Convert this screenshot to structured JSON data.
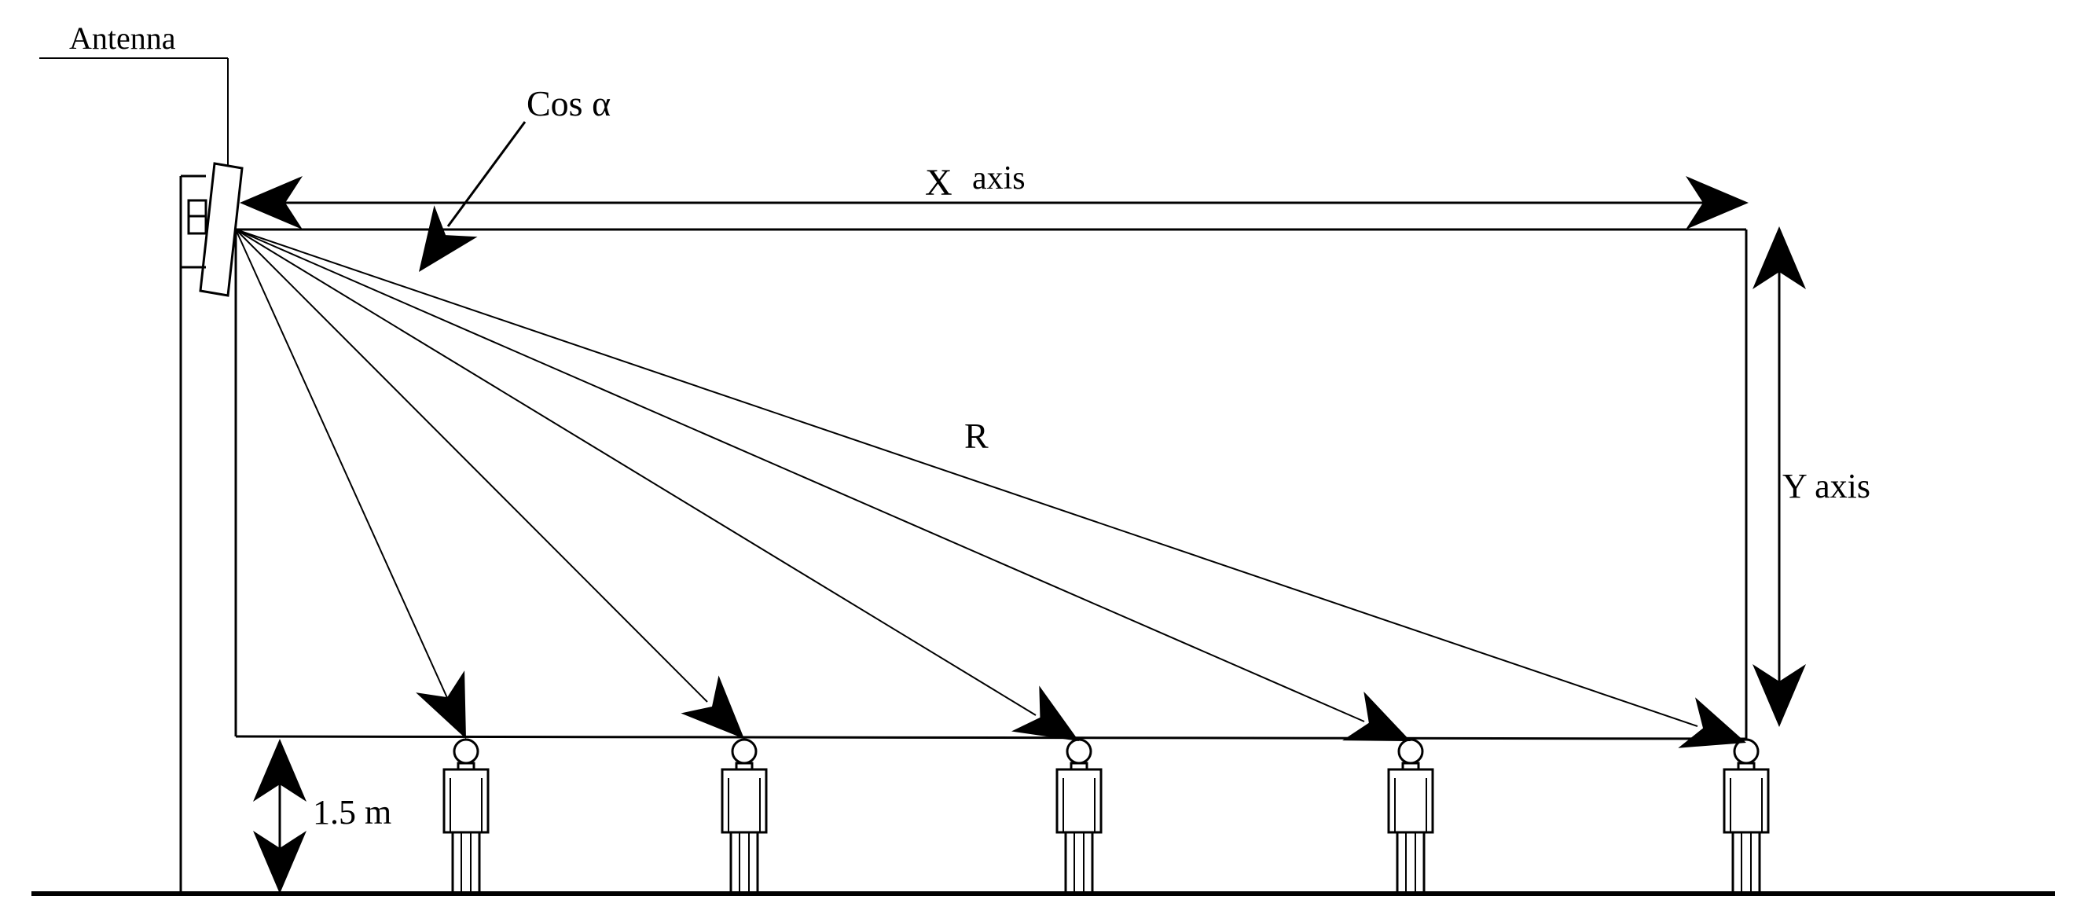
{
  "labels": {
    "antenna": "Antenna",
    "cos_alpha": "Cos α",
    "x_axis_letter": "X",
    "x_axis_word": "axis",
    "y_axis": "Y axis",
    "r": "R",
    "height": "1.5 m"
  },
  "people": [
    {
      "id": "person-1"
    },
    {
      "id": "person-2"
    },
    {
      "id": "person-3"
    },
    {
      "id": "person-4"
    },
    {
      "id": "person-5"
    }
  ],
  "colors": {
    "line": "#000000",
    "background": "#ffffff"
  }
}
